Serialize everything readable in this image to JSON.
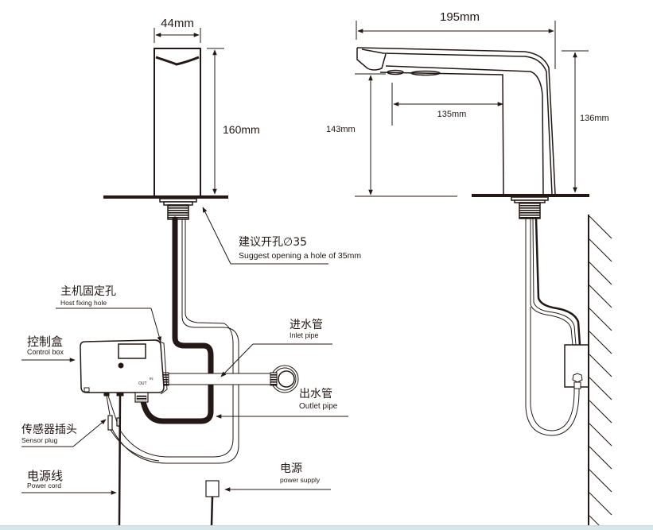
{
  "dimensions": {
    "front_width": "44mm",
    "front_height": "160mm",
    "side_length": "195mm",
    "spout_reach": "135mm",
    "spout_clearance": "143mm",
    "side_height": "136mm"
  },
  "labels": {
    "hole": {
      "cn": "建议开孔∅35",
      "en": "Suggest opening a hole of 35mm"
    },
    "host_fixing": {
      "cn": "主机固定孔",
      "en": "Host fixing hole"
    },
    "control_box": {
      "cn": "控制盒",
      "en": "Control box"
    },
    "inlet_pipe": {
      "cn": "进水管",
      "en": "Inlet pipe"
    },
    "outlet_pipe": {
      "cn": "出水管",
      "en": "Outlet pipe"
    },
    "sensor_plug": {
      "cn": "传感器插头",
      "en": "Sensor plug"
    },
    "power_cord": {
      "cn": "电源线",
      "en": "Power cord"
    },
    "power_supply": {
      "cn": "电源",
      "en": "power supply"
    }
  },
  "control_box_marks": {
    "out": "OUT",
    "in": "IN"
  },
  "colors": {
    "ink": "#231815",
    "strip": "#d8e6ea"
  }
}
